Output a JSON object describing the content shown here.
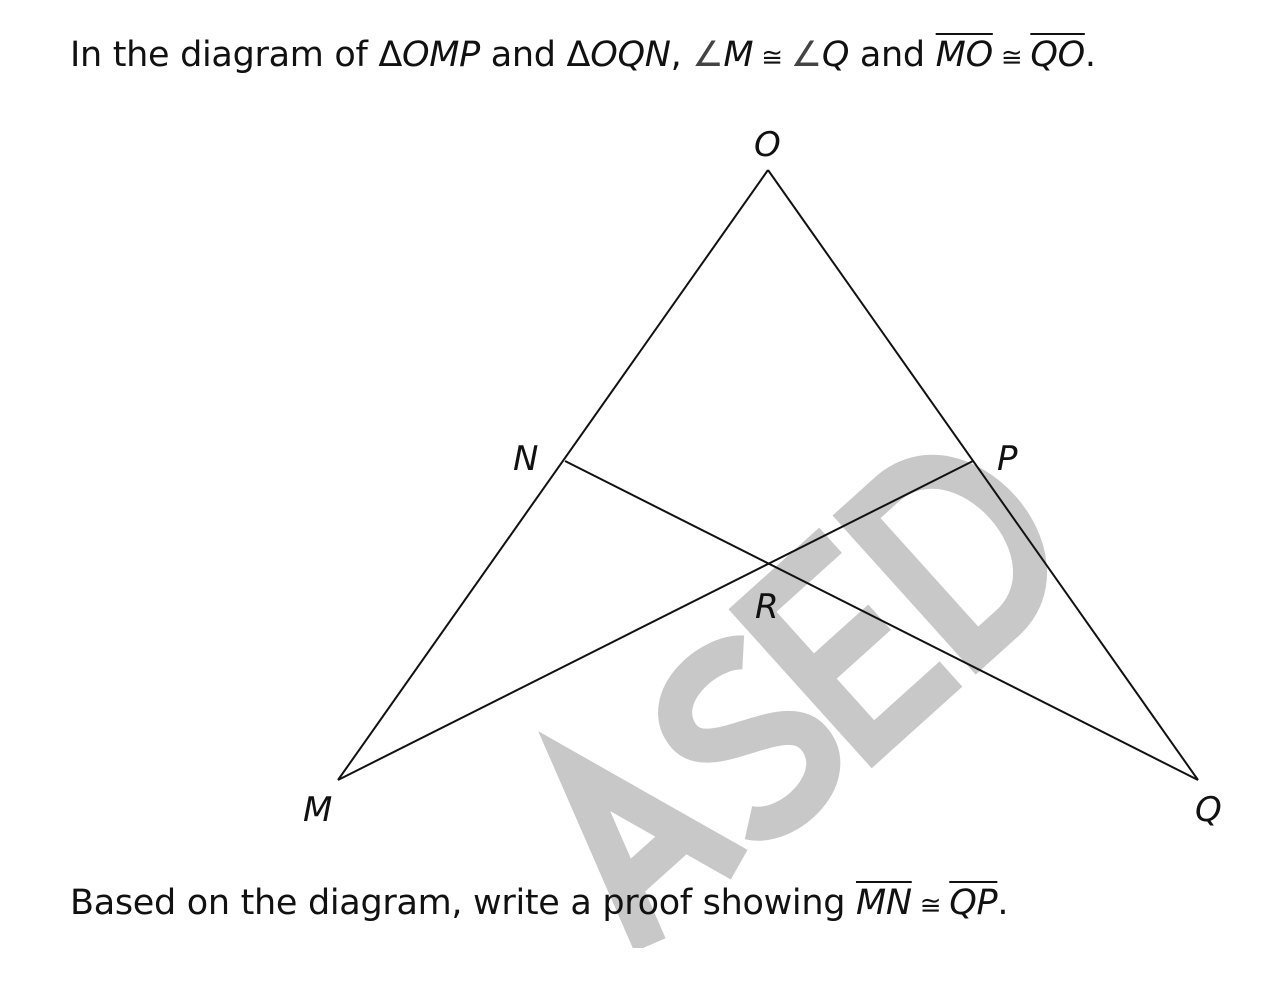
{
  "statement": {
    "prefix": "In the diagram of ",
    "tri1_symbol": "Δ",
    "tri1": "OMP",
    "and1": " and ",
    "tri2_symbol": "Δ",
    "tri2": "OQN",
    "comma": ", ",
    "angle_symbol": "∠",
    "angle1": "M",
    "cong": "≅",
    "angle2": "Q",
    "and2": " and ",
    "seg1": "MO",
    "seg2": "QO",
    "end": "."
  },
  "diagram": {
    "points": {
      "O": "O",
      "N": "N",
      "P": "P",
      "R": "R",
      "M": "M",
      "Q": "Q"
    },
    "segments": [
      "OM",
      "OQ",
      "NQ",
      "MP"
    ]
  },
  "watermark": "ASED",
  "task": {
    "prefix": "Based on the diagram, write a proof showing ",
    "seg1": "MN",
    "cong": "≅",
    "seg2": "QP",
    "end": "."
  }
}
